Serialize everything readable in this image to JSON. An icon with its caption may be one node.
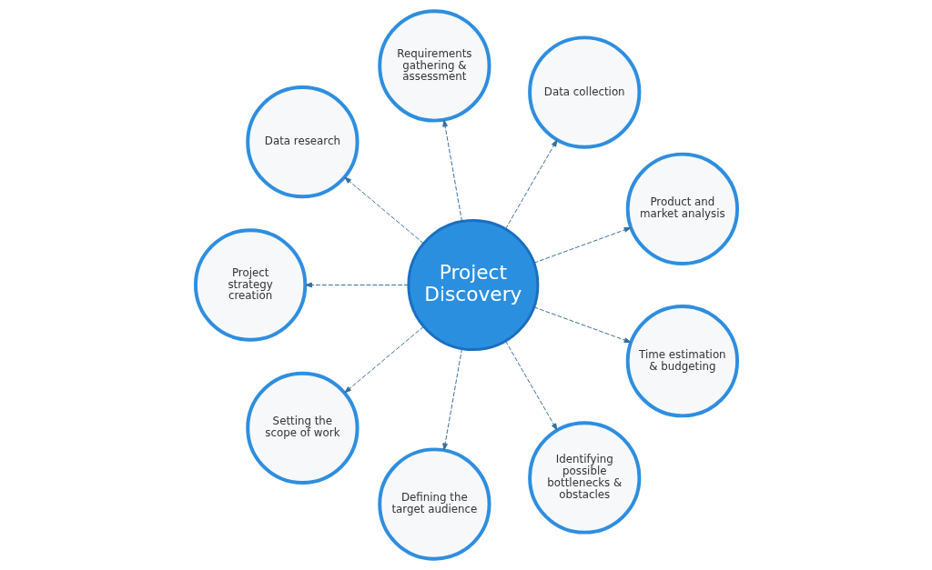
{
  "diagram": {
    "nodes": [
      {
        "text": [
          "Project Discovery"
        ]
      },
      {
        "text": [
          "Product and market analysis"
        ]
      },
      {
        "text": [
          "Data collection"
        ]
      },
      {
        "text": [
          "Requirements gathering & assessment"
        ]
      },
      {
        "text": [
          "Data research"
        ]
      },
      {
        "text": [
          "Project strategy creation"
        ]
      },
      {
        "text": [
          "Setting the scope of work"
        ]
      },
      {
        "text": [
          "Defining the target audience"
        ]
      },
      {
        "text": [
          "Identifying possible bottlenecks & obstacles"
        ]
      },
      {
        "text": [
          "Time estimation & budgeting"
        ]
      }
    ],
    "edges": [
      {
        "from": 0,
        "to": 1,
        "arrow": "to",
        "style": "dashed"
      },
      {
        "from": 0,
        "to": 2,
        "arrow": "to",
        "style": "dashed"
      },
      {
        "from": 0,
        "to": 3,
        "arrow": "to",
        "style": "dashed"
      },
      {
        "from": 0,
        "to": 4,
        "arrow": "to",
        "style": "dashed"
      },
      {
        "from": 0,
        "to": 5,
        "arrow": "to",
        "style": "dashed"
      },
      {
        "from": 0,
        "to": 6,
        "arrow": "to",
        "style": "dashed"
      },
      {
        "from": 0,
        "to": 7,
        "arrow": "to",
        "style": "dashed"
      },
      {
        "from": 0,
        "to": 8,
        "arrow": "to",
        "style": "dashed"
      },
      {
        "from": 0,
        "to": 9,
        "arrow": "to",
        "style": "dashed"
      }
    ]
  }
}
